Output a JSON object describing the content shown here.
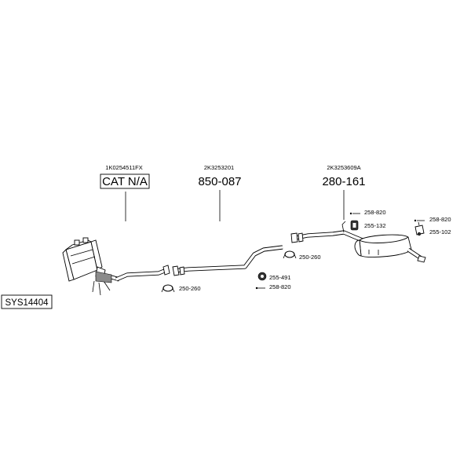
{
  "system_code": "SYS14404",
  "sections": [
    {
      "oe_number": "1K0254511FX",
      "part_label": "CAT N/A"
    },
    {
      "oe_number": "2K3253201",
      "part_label": "850-087"
    },
    {
      "oe_number": "2K3253609A",
      "part_label": "280-161"
    }
  ],
  "fittings": [
    {
      "label": "250-260",
      "icon": "clamp-icon"
    },
    {
      "label": "250-260",
      "icon": "clamp-icon"
    },
    {
      "label": "255-491",
      "icon": "rubber-ring-icon"
    },
    {
      "label": "258-820",
      "icon": "bolt-icon"
    },
    {
      "label": "258-820",
      "icon": "bolt-icon"
    },
    {
      "label": "255-132",
      "icon": "rubber-hanger-icon"
    },
    {
      "label": "258-820",
      "icon": "bolt-icon"
    },
    {
      "label": "255-102",
      "icon": "bracket-icon"
    }
  ]
}
